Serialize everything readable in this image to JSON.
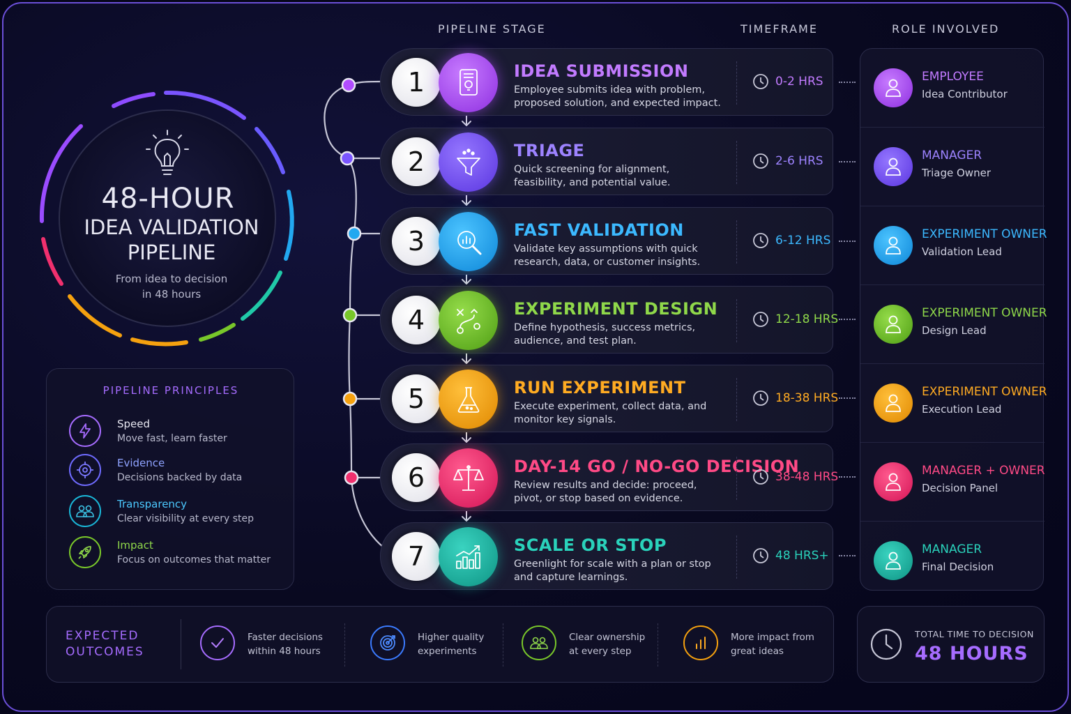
{
  "headers": {
    "stage": "PIPELINE STAGE",
    "timeframe": "TIMEFRAME",
    "role": "ROLE INVOLVED"
  },
  "hero": {
    "title_line1": "48-HOUR",
    "title_line2": "IDEA VALIDATION",
    "title_line3": "PIPELINE",
    "subtitle_line1": "From idea to decision",
    "subtitle_line2": "in 48 hours",
    "icon": "lightbulb-icon"
  },
  "principles": {
    "title": "PIPELINE PRINCIPLES",
    "items": [
      {
        "name": "Speed",
        "desc": "Move fast, learn faster",
        "icon": "lightning-icon",
        "color": "#a66cff",
        "text_color": "#e6e6f0"
      },
      {
        "name": "Evidence",
        "desc": "Decisions backed by data",
        "icon": "target-icon",
        "color": "#6f6bff",
        "text_color": "#8fa3ff"
      },
      {
        "name": "Transparency",
        "desc": "Clear visibility at every step",
        "icon": "team-icon",
        "color": "#1ab7d8",
        "text_color": "#4cc9ff"
      },
      {
        "name": "Impact",
        "desc": "Focus on outcomes that matter",
        "icon": "rocket-icon",
        "color": "#7ac82a",
        "text_color": "#8fd84a"
      }
    ]
  },
  "stages": [
    {
      "num": "1",
      "title": "IDEA SUBMISSION",
      "desc": "Employee submits idea with problem, proposed solution, and expected impact.",
      "time": "0-2 HRS",
      "color": "#b14cff",
      "icon": "document-idea-icon"
    },
    {
      "num": "2",
      "title": "TRIAGE",
      "desc": "Quick screening for alignment, feasibility, and potential value.",
      "time": "2-6 HRS",
      "color": "#7a55ff",
      "icon": "funnel-icon"
    },
    {
      "num": "3",
      "title": "FAST VALIDATION",
      "desc": "Validate key assumptions with quick research, data, or customer insights.",
      "time": "6-12 HRS",
      "color": "#22a8f0",
      "icon": "magnifier-chart-icon"
    },
    {
      "num": "4",
      "title": "EXPERIMENT DESIGN",
      "desc": "Define hypothesis, success metrics, audience, and test plan.",
      "time": "12-18 HRS",
      "color": "#78c72a",
      "icon": "path-plan-icon"
    },
    {
      "num": "5",
      "title": "RUN EXPERIMENT",
      "desc": "Execute experiment, collect data, and monitor key signals.",
      "time": "18-38 HRS",
      "color": "#f5a10f",
      "icon": "flask-icon"
    },
    {
      "num": "6",
      "title": "DAY-14 GO / NO-GO DECISION",
      "desc": "Review results and decide: proceed, pivot, or stop based on evidence.",
      "time": "38-48 HRS",
      "color": "#f0306e",
      "icon": "scales-icon"
    },
    {
      "num": "7",
      "title": "SCALE OR STOP",
      "desc": "Greenlight for scale with a plan or stop and capture learnings.",
      "time": "48 HRS+",
      "color": "#17b8a6",
      "icon": "growth-chart-icon"
    }
  ],
  "roles": [
    {
      "name": "EMPLOYEE",
      "sub": "Idea Contributor",
      "color": "#b14cff"
    },
    {
      "name": "MANAGER",
      "sub": "Triage Owner",
      "color": "#7a55ff"
    },
    {
      "name": "EXPERIMENT OWNER",
      "sub": "Validation Lead",
      "color": "#22a8f0"
    },
    {
      "name": "EXPERIMENT OWNER",
      "sub": "Design Lead",
      "color": "#78c72a"
    },
    {
      "name": "EXPERIMENT OWNER",
      "sub": "Execution Lead",
      "color": "#f5a10f"
    },
    {
      "name": "MANAGER + OWNER",
      "sub": "Decision Panel",
      "color": "#f0306e"
    },
    {
      "name": "MANAGER",
      "sub": "Final Decision",
      "color": "#17b8a6"
    }
  ],
  "outcomes": {
    "title_line1": "EXPECTED",
    "title_line2": "OUTCOMES",
    "items": [
      {
        "line1": "Faster decisions",
        "line2": "within 48 hours",
        "icon": "checkmark-icon",
        "color": "#a66cff"
      },
      {
        "line1": "Higher quality",
        "line2": "experiments",
        "icon": "target-icon",
        "color": "#3b7bff"
      },
      {
        "line1": "Clear ownership",
        "line2": "at every step",
        "icon": "team-icon",
        "color": "#7ac82a"
      },
      {
        "line1": "More impact from",
        "line2": "great ideas",
        "icon": "bar-chart-icon",
        "color": "#f5a10f"
      }
    ]
  },
  "total": {
    "label": "TOTAL TIME TO DECISION",
    "value": "48 HOURS",
    "icon": "clock-icon"
  }
}
